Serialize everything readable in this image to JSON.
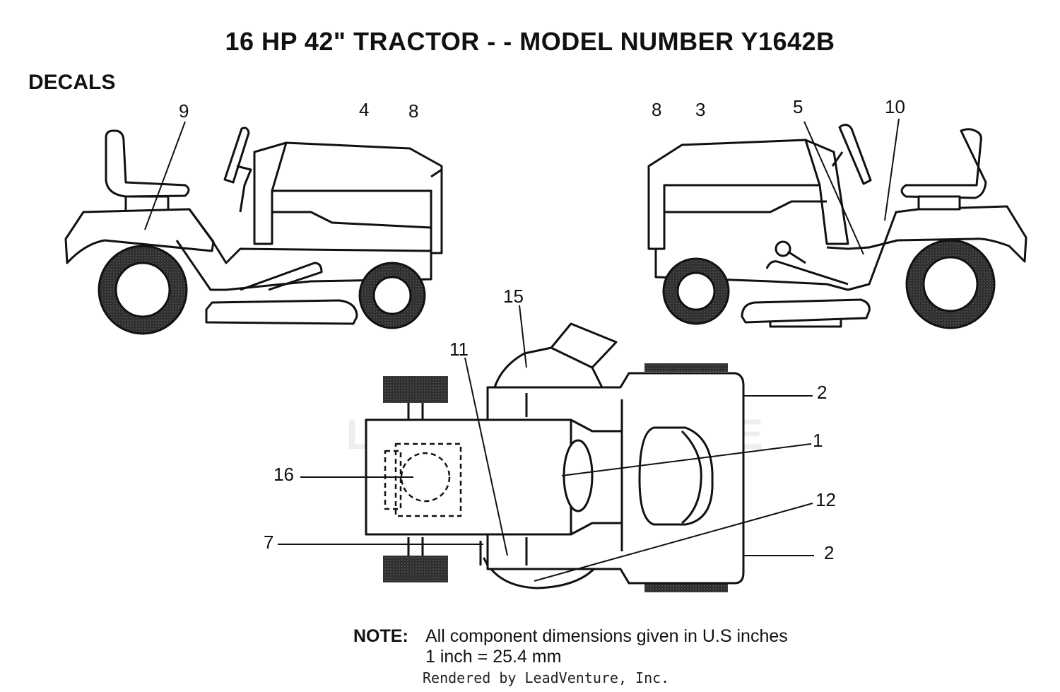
{
  "title": "16 HP 42\" TRACTOR - - MODEL NUMBER Y1642B",
  "section": "DECALS",
  "watermark": "LEADVENTURE",
  "callouts": {
    "c9": "9",
    "c4": "4",
    "c8a": "8",
    "c8b": "8",
    "c3": "3",
    "c5": "5",
    "c10": "10",
    "c15": "15",
    "c11": "11",
    "c2a": "2",
    "c1": "1",
    "c16": "16",
    "c12": "12",
    "c7": "7",
    "c2b": "2"
  },
  "note": {
    "label": "NOTE:",
    "line1": "All component dimensions given in U.S  inches",
    "line2": "1 inch = 25.4 mm"
  },
  "rendered_by": "Rendered by LeadVenture, Inc."
}
